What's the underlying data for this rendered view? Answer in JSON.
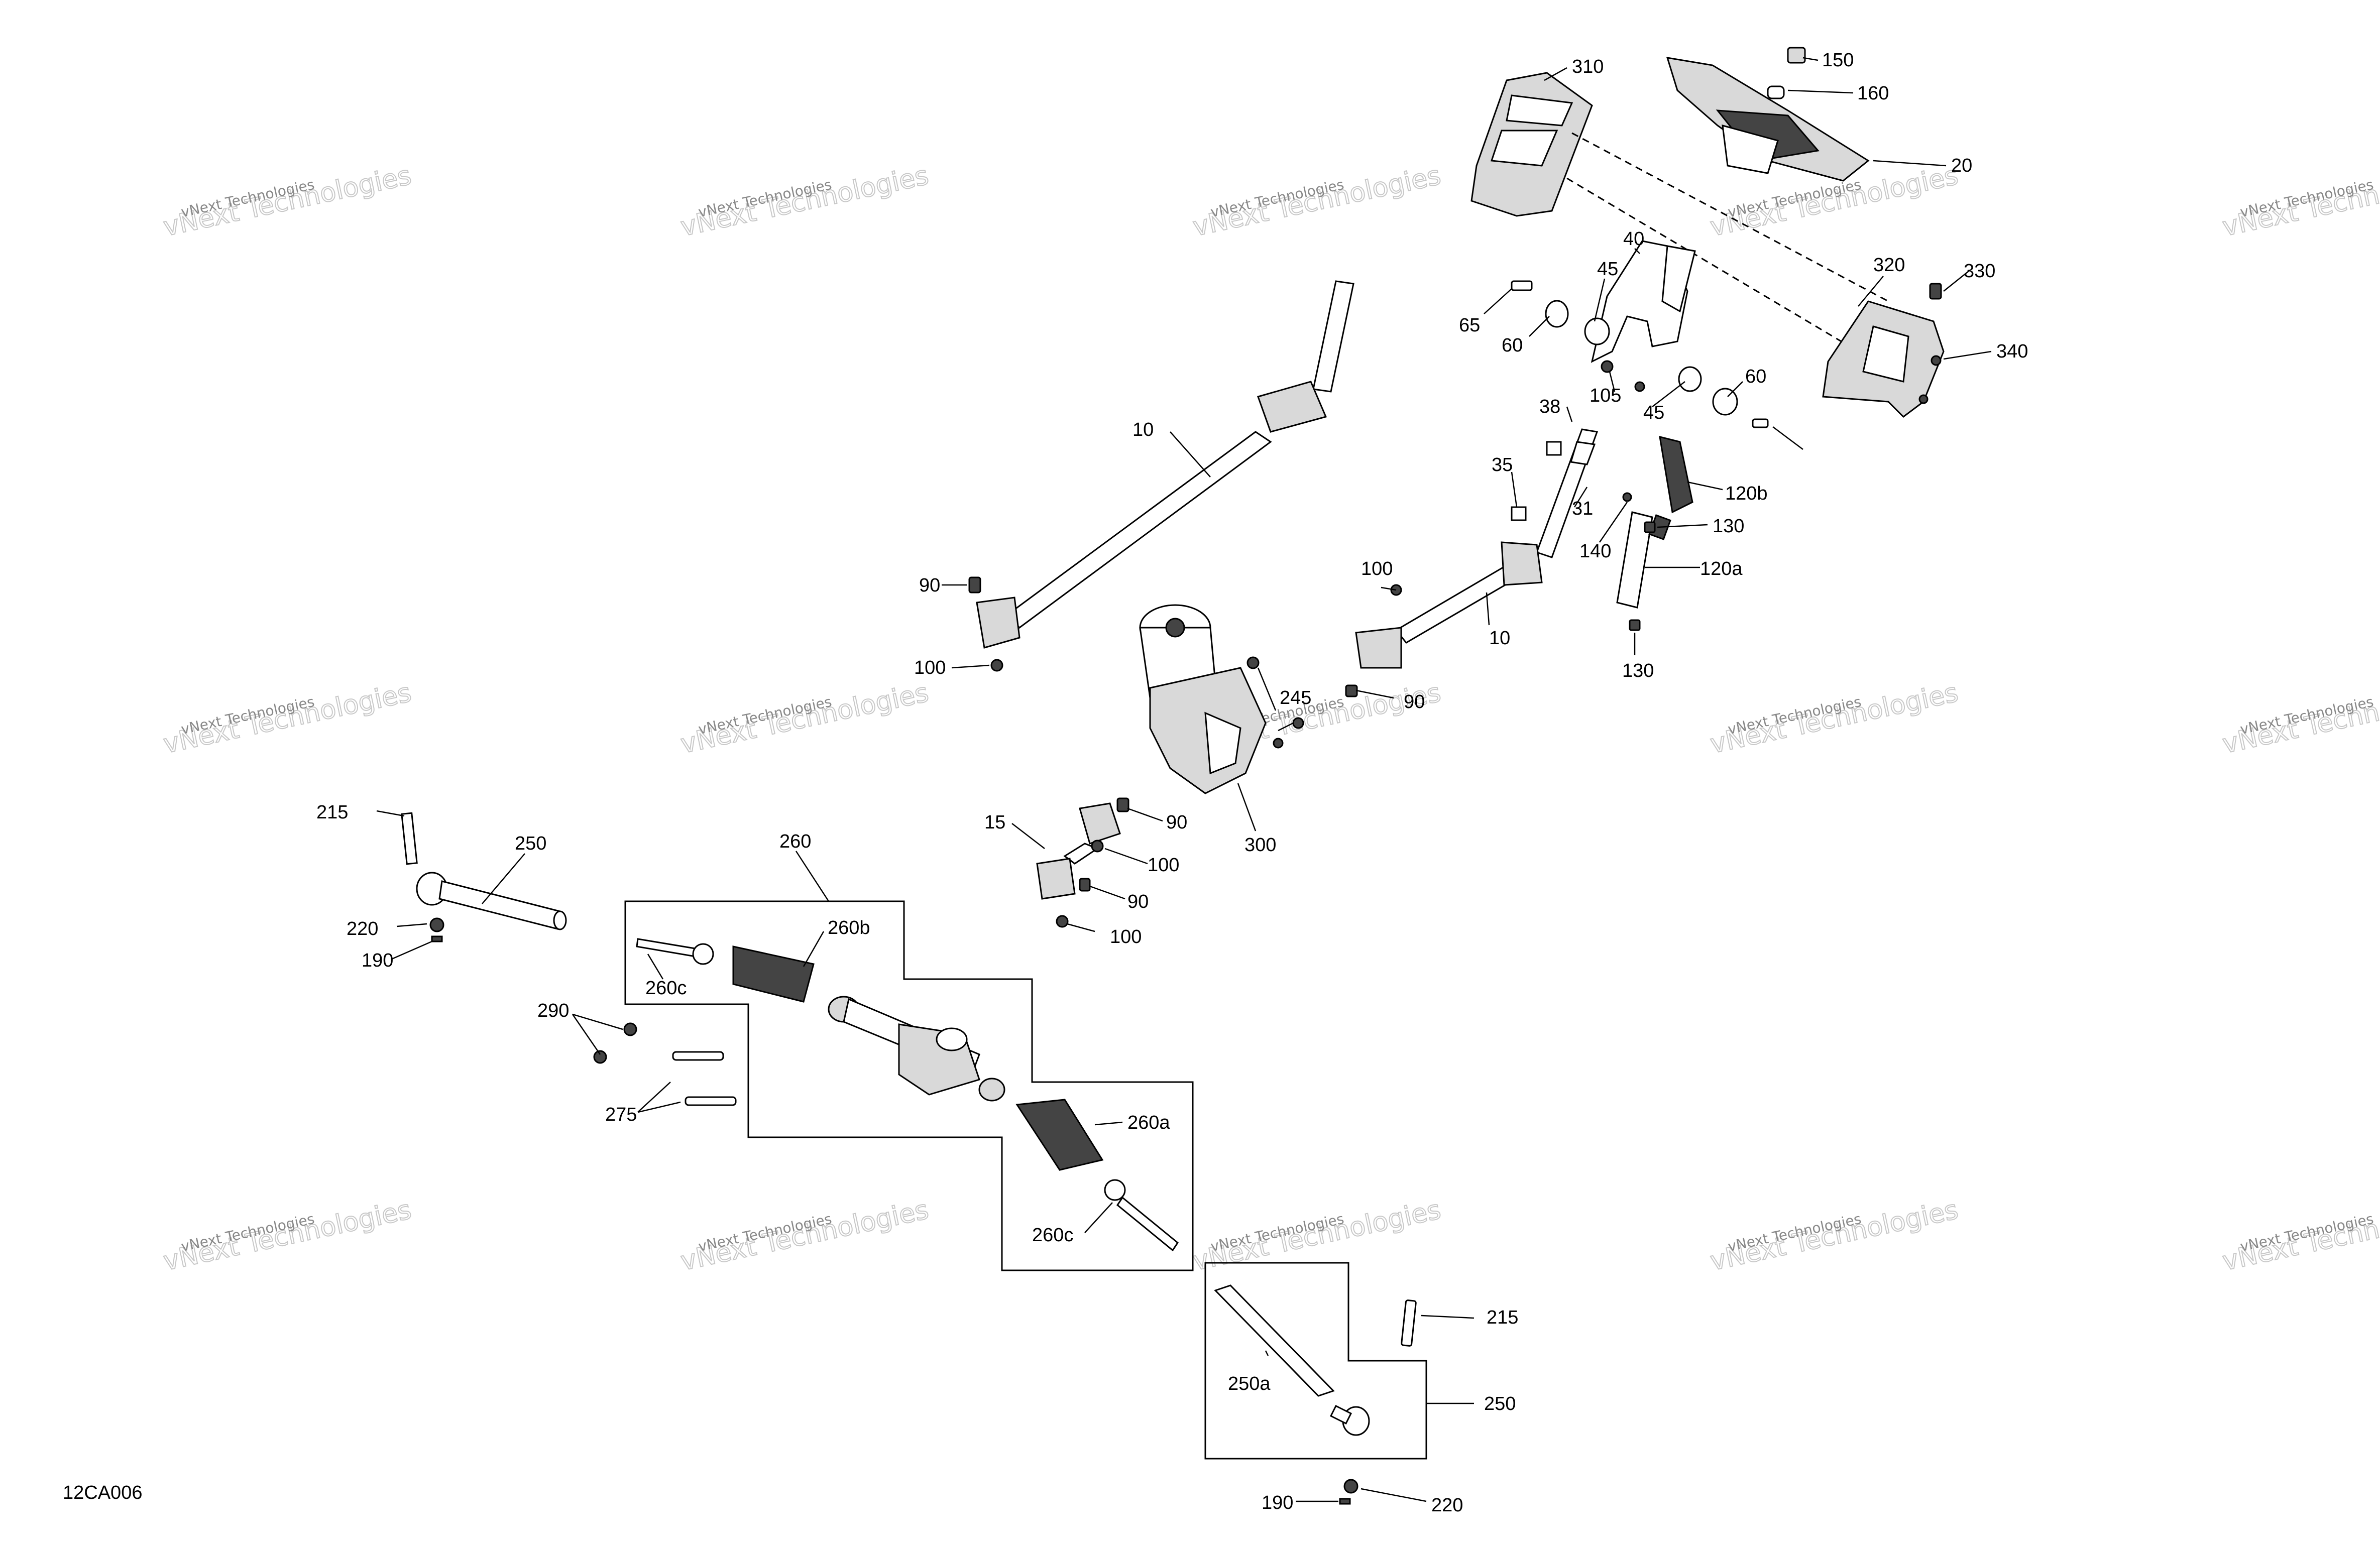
{
  "diagram_code": "12CA006",
  "watermark": {
    "line1": "vNext Technologies",
    "line2": "vNext Technologies"
  },
  "callouts": {
    "c310": "310",
    "c150": "150",
    "c160": "160",
    "c20": "20",
    "c40": "40",
    "c45a": "45",
    "c65": "65",
    "c60a": "60",
    "c320": "320",
    "c330": "330",
    "c340": "340",
    "c105": "105",
    "c45b": "45",
    "c60b": "60",
    "c38": "38",
    "c35": "35",
    "c31": "31",
    "c120b": "120b",
    "c130a": "130",
    "c140": "140",
    "c120a": "120a",
    "c130b": "130",
    "c10a": "10",
    "c90a": "90",
    "c100a": "100",
    "c100b": "100",
    "c10b": "10",
    "c90b": "90",
    "c245": "245",
    "c300": "300",
    "c15": "15",
    "c90c": "90",
    "c100c": "100",
    "c90d": "90",
    "c100d": "100",
    "c215a": "215",
    "c250a": "250",
    "c220a": "220",
    "c190a": "190",
    "c260": "260",
    "c260b": "260b",
    "c260c1": "260c",
    "c290": "290",
    "c275": "275",
    "c260a": "260a",
    "c260c2": "260c",
    "c215b": "215",
    "c250a2": "250a",
    "c250b": "250",
    "c190b": "190",
    "c220b": "220"
  }
}
